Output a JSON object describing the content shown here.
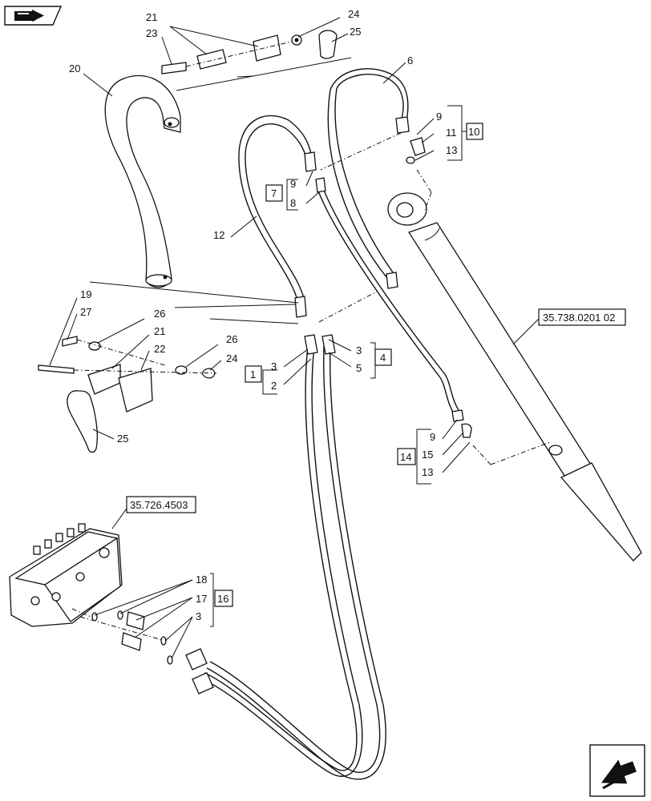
{
  "diagram": {
    "callouts": [
      {
        "id": "c21-top",
        "text": "21"
      },
      {
        "id": "c24-top",
        "text": "24"
      },
      {
        "id": "c23",
        "text": "23"
      },
      {
        "id": "c25-top",
        "text": "25"
      },
      {
        "id": "c20",
        "text": "20"
      },
      {
        "id": "c6",
        "text": "6"
      },
      {
        "id": "c9-a",
        "text": "9"
      },
      {
        "id": "c11",
        "text": "11"
      },
      {
        "id": "c13-a",
        "text": "13"
      },
      {
        "id": "c9-b",
        "text": "9"
      },
      {
        "id": "c8",
        "text": "8"
      },
      {
        "id": "c12",
        "text": "12"
      },
      {
        "id": "c19",
        "text": "19"
      },
      {
        "id": "c27",
        "text": "27"
      },
      {
        "id": "c26-a",
        "text": "26"
      },
      {
        "id": "c21-mid",
        "text": "21"
      },
      {
        "id": "c22",
        "text": "22"
      },
      {
        "id": "c26-b",
        "text": "26"
      },
      {
        "id": "c24-mid",
        "text": "24"
      },
      {
        "id": "c25-mid",
        "text": "25"
      },
      {
        "id": "c3-a",
        "text": "3"
      },
      {
        "id": "c2",
        "text": "2"
      },
      {
        "id": "c3-b",
        "text": "3"
      },
      {
        "id": "c5",
        "text": "5"
      },
      {
        "id": "c9-c",
        "text": "9"
      },
      {
        "id": "c15",
        "text": "15"
      },
      {
        "id": "c13-b",
        "text": "13"
      },
      {
        "id": "c18",
        "text": "18"
      },
      {
        "id": "c17",
        "text": "17"
      },
      {
        "id": "c3-c",
        "text": "3"
      }
    ],
    "kits": [
      {
        "id": "k10",
        "text": "10"
      },
      {
        "id": "k7",
        "text": "7"
      },
      {
        "id": "k1",
        "text": "1"
      },
      {
        "id": "k4",
        "text": "4"
      },
      {
        "id": "k14",
        "text": "14"
      },
      {
        "id": "k16",
        "text": "16"
      }
    ],
    "references": [
      {
        "id": "ref-cylinder",
        "text": "35.738.0201 02"
      },
      {
        "id": "ref-valve",
        "text": "35.726.4503"
      }
    ]
  },
  "navigation": {
    "prev_icon": "book-arrow-icon",
    "next_icon": "next-page-arrow-icon"
  }
}
